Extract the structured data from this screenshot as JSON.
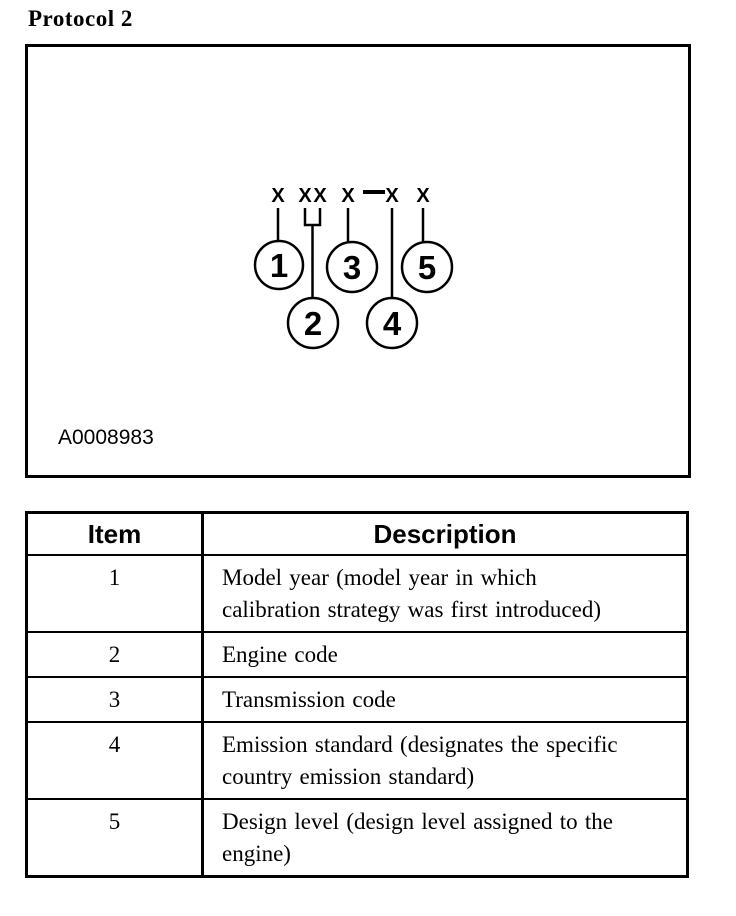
{
  "page": {
    "title": "Protocol 2"
  },
  "figure": {
    "image_label": "A0008983",
    "code": {
      "chars": [
        "X",
        "X",
        "X",
        "X",
        "X",
        "X"
      ],
      "separator": "-"
    },
    "callouts": [
      {
        "number": "1"
      },
      {
        "number": "2"
      },
      {
        "number": "3"
      },
      {
        "number": "4"
      },
      {
        "number": "5"
      }
    ]
  },
  "table": {
    "headers": {
      "item": "Item",
      "description": "Description"
    },
    "rows": [
      {
        "item": "1",
        "description": "Model year (model year in which calibration strategy was first introduced)"
      },
      {
        "item": "2",
        "description": "Engine code"
      },
      {
        "item": "3",
        "description": "Transmission code"
      },
      {
        "item": "4",
        "description": "Emission standard (designates the specific country emission standard)"
      },
      {
        "item": "5",
        "description": "Design level (design level assigned to the engine)"
      }
    ]
  },
  "colors": {
    "ink": "#000000",
    "paper": "#ffffff"
  }
}
